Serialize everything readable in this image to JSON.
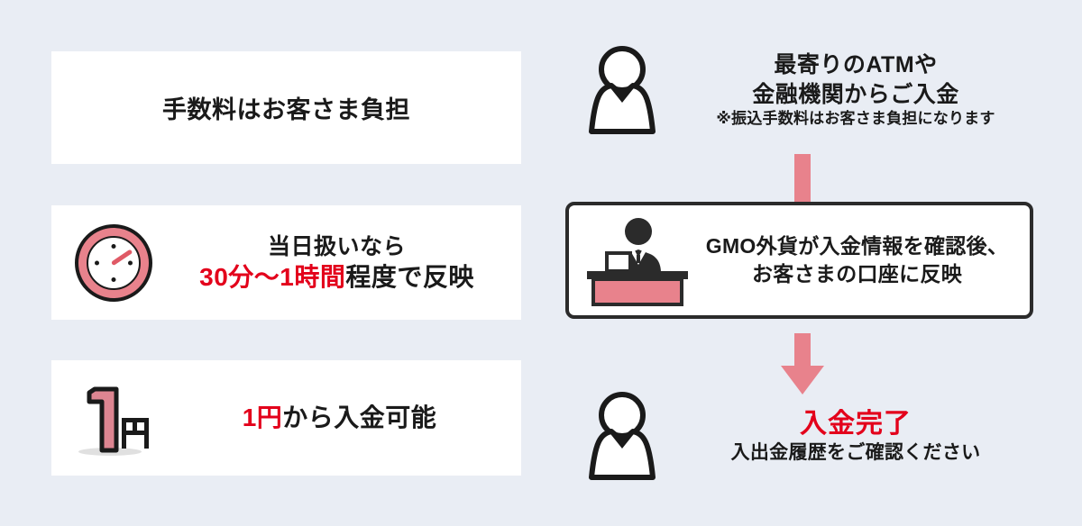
{
  "page": {
    "background_color": "#e9edf4",
    "accent_red": "#e3001b",
    "accent_salmon": "#e8828c",
    "ink": "#1a1a1a"
  },
  "features": {
    "card1": {
      "title": "手数料はお客さま負担"
    },
    "card2": {
      "icon": "clock-icon",
      "line1": "当日扱いなら",
      "line2_highlight": "30分〜1時間",
      "line2_rest": "程度で反映"
    },
    "card3": {
      "icon": "one-yen-icon",
      "icon_number": "1",
      "icon_unit": "円",
      "line1_highlight": "1円",
      "line1_rest": "から入金可能"
    }
  },
  "flow": {
    "step1": {
      "icon": "person-icon",
      "line1": "最寄りのATMや",
      "line2": "金融機関からご入金",
      "note": "※振込手数料はお客さま負担になります"
    },
    "arrow1": {
      "icon": "arrow-down-icon",
      "color": "#e8828c"
    },
    "step2": {
      "icon": "bank-teller-icon",
      "line1": "GMO外貨が入金情報を確認後、",
      "line2": "お客さまの口座に反映"
    },
    "arrow2": {
      "icon": "arrow-down-icon",
      "color": "#e8828c"
    },
    "step3": {
      "icon": "person-icon",
      "title": "入金完了",
      "sub": "入出金履歴をご確認ください"
    }
  }
}
